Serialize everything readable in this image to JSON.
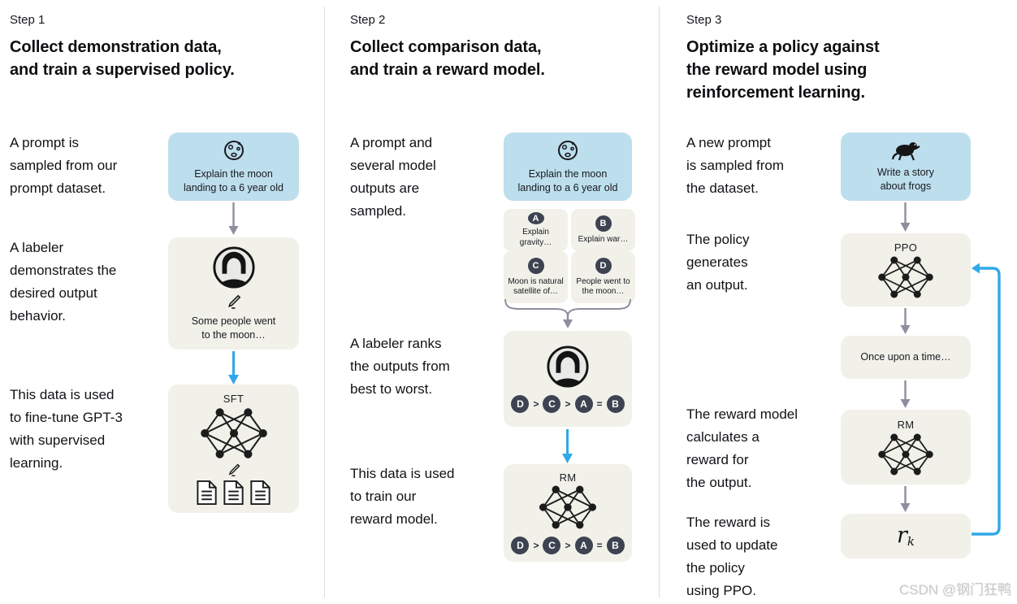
{
  "page": {
    "watermark": "CSDN @钢门狂鸭"
  },
  "colors": {
    "prompt_box_blue": "#bddeed",
    "process_box_gray": "#f1f1ea",
    "badge_dark": "#3d4351",
    "arrow_gray": "#8e8e9f",
    "arrow_blue": "#2fa9e8"
  },
  "step1": {
    "step_label": "Step 1",
    "title": "Collect demonstration data,\nand train a supervised policy.",
    "captions": {
      "prompt": "A prompt is\nsampled from our\nprompt dataset.",
      "labeler": "A labeler\ndemonstrates the\ndesired output\nbehavior.",
      "finetune": "This data is used\nto fine-tune GPT-3\nwith supervised\nlearning."
    },
    "prompt_box": {
      "icon": "moon",
      "text": "Explain the moon\nlanding to a 6 year old"
    },
    "labeler_box": {
      "text": "Some people went\nto the moon…"
    },
    "sft_box": {
      "label": "SFT"
    }
  },
  "step2": {
    "step_label": "Step 2",
    "title": "Collect comparison data,\nand train a reward model.",
    "captions": {
      "sampled": "A prompt and\nseveral model\noutputs are\nsampled.",
      "ranks": "A labeler ranks\nthe outputs from\nbest to worst.",
      "train": "This data is used\nto train our\nreward model."
    },
    "prompt_box": {
      "icon": "moon",
      "text": "Explain the moon\nlanding to a 6 year old"
    },
    "outputs": [
      {
        "badge": "A",
        "text": "Explain gravity…"
      },
      {
        "badge": "B",
        "text": "Explain war…"
      },
      {
        "badge": "C",
        "text": "Moon is natural\nsatellite of…"
      },
      {
        "badge": "D",
        "text": "People went to\nthe moon…"
      }
    ],
    "ranking": [
      "D",
      ">",
      "C",
      ">",
      "A",
      "=",
      "B"
    ],
    "rm_box": {
      "label": "RM"
    }
  },
  "step3": {
    "step_label": "Step 3",
    "title": "Optimize a policy against\nthe reward model using\nreinforcement learning.",
    "captions": {
      "new_prompt": "A new prompt\nis sampled from\nthe dataset.",
      "policy": "The policy\ngenerates\nan output.",
      "reward": "The reward model\ncalculates a\nreward for\nthe output.",
      "update": "The reward is\nused to update\nthe policy\nusing PPO."
    },
    "prompt_box": {
      "icon": "frog",
      "text": "Write a story\nabout frogs"
    },
    "ppo_box": {
      "label": "PPO"
    },
    "output_box": {
      "text": "Once upon a time…"
    },
    "rm_box": {
      "label": "RM"
    },
    "reward_box": {
      "symbol": "r",
      "subscript": "k"
    }
  }
}
